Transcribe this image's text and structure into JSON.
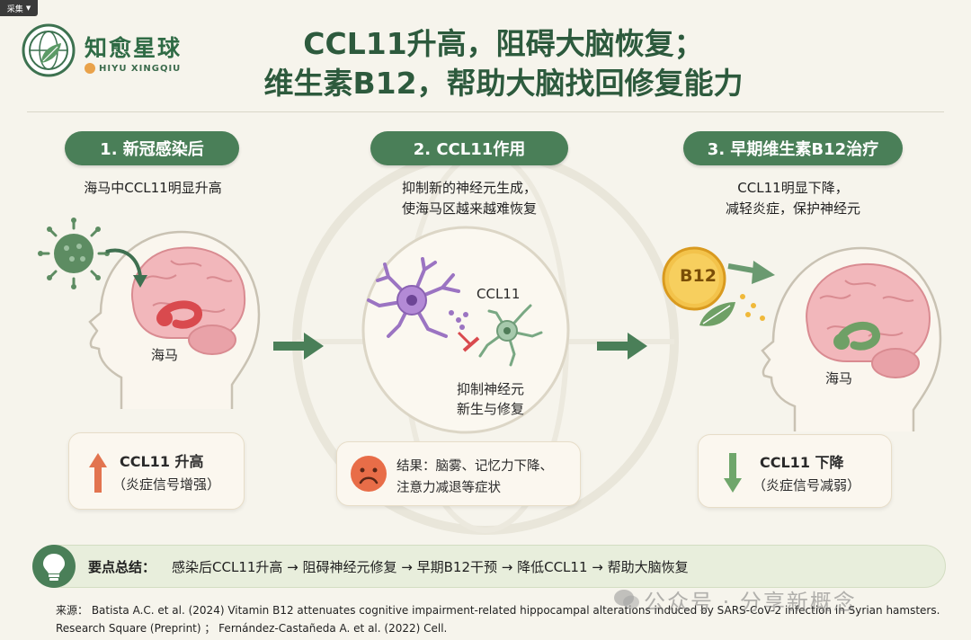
{
  "tag": {
    "label": "采集"
  },
  "logo": {
    "name": "知愈星球",
    "subtitle": "HIYU XINGQIU"
  },
  "title": {
    "line1": "CCL11升高，阻碍大脑恢复；",
    "line2": "维生素B12，帮助大脑找回修复能力"
  },
  "steps": [
    {
      "label": "1. 新冠感染后",
      "desc": [
        "海马中CCL11明显升高"
      ],
      "region_label": "海马",
      "box": {
        "title": "CCL11 升高",
        "sub": "（炎症信号增强）"
      }
    },
    {
      "label": "2. CCL11作用",
      "desc": [
        "抑制新的神经元生成，",
        "使海马区越来越难恢复"
      ],
      "ccl11_label": "CCL11",
      "inhibit_label": [
        "抑制神经元",
        "新生与修复"
      ],
      "box": {
        "title": "结果：脑雾、记忆力下降、",
        "sub": "注意力减退等症状"
      }
    },
    {
      "label": "3. 早期维生素B12治疗",
      "desc": [
        "CCL11明显下降，",
        "减轻炎症，保护神经元"
      ],
      "b12_label": "B12",
      "region_label": "海马",
      "box": {
        "title": "CCL11 下降",
        "sub": "（炎症信号减弱）"
      }
    }
  ],
  "summary": {
    "label": "要点总结：",
    "text": "感染后CCL11升高 → 阻碍神经元修复 → 早期B12干预 → 降低CCL11 → 帮助大脑恢复"
  },
  "reference": {
    "line1": "来源：  Batista A.C. et al. (2024)   Vitamin B12 attenuates cognitive impairment-related hippocampal alterations induced by SARS-CoV-2 infection in Syrian hamsters.",
    "line2": "Research Square (Preprint) ；  Fernández-Castañeda A. et al. (2022)  Cell."
  },
  "watermark": "公众号 · 分享新概念",
  "colors": {
    "primary_green": "#4a7f58",
    "title_green": "#2d5a3d",
    "up_red": "#e2744f",
    "down_green": "#6fa66b",
    "b12_gold": "#f0b93a"
  }
}
